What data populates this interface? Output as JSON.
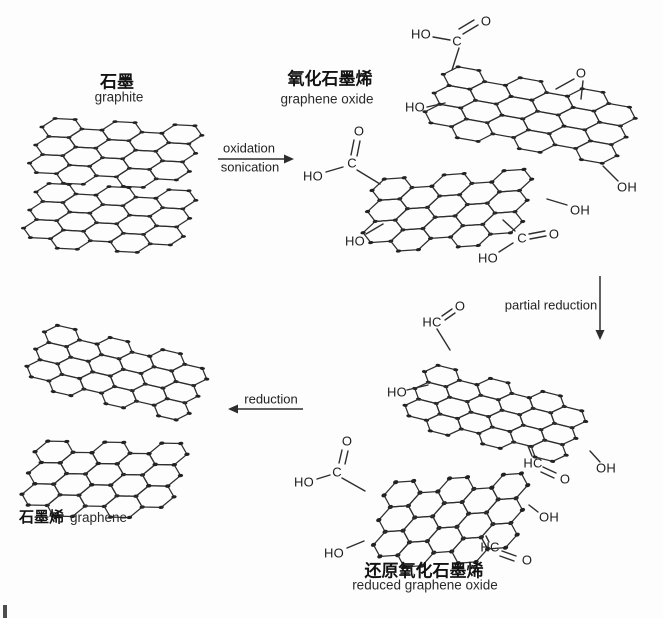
{
  "sections": {
    "graphite": {
      "zh": "石墨",
      "en": "graphite"
    },
    "graphene_oxide": {
      "zh": "氧化石墨烯",
      "en": "graphene oxide"
    },
    "reduced_graphene_oxide": {
      "zh": "还原氧化石墨烯",
      "en": "reduced graphene oxide"
    },
    "graphene": {
      "zh": "石墨烯",
      "en": "graphene"
    }
  },
  "arrows": {
    "oxidation": {
      "top": "oxidation",
      "bottom": "sonication"
    },
    "partial_reduction": "partial reduction",
    "reduction": "reduction"
  },
  "chem": {
    "ho": "HO",
    "oh": "OH",
    "hc": "HC",
    "c": "C",
    "o": "O"
  },
  "colors": {
    "line": "#2e2e2e",
    "text": "#1d1d1d"
  }
}
